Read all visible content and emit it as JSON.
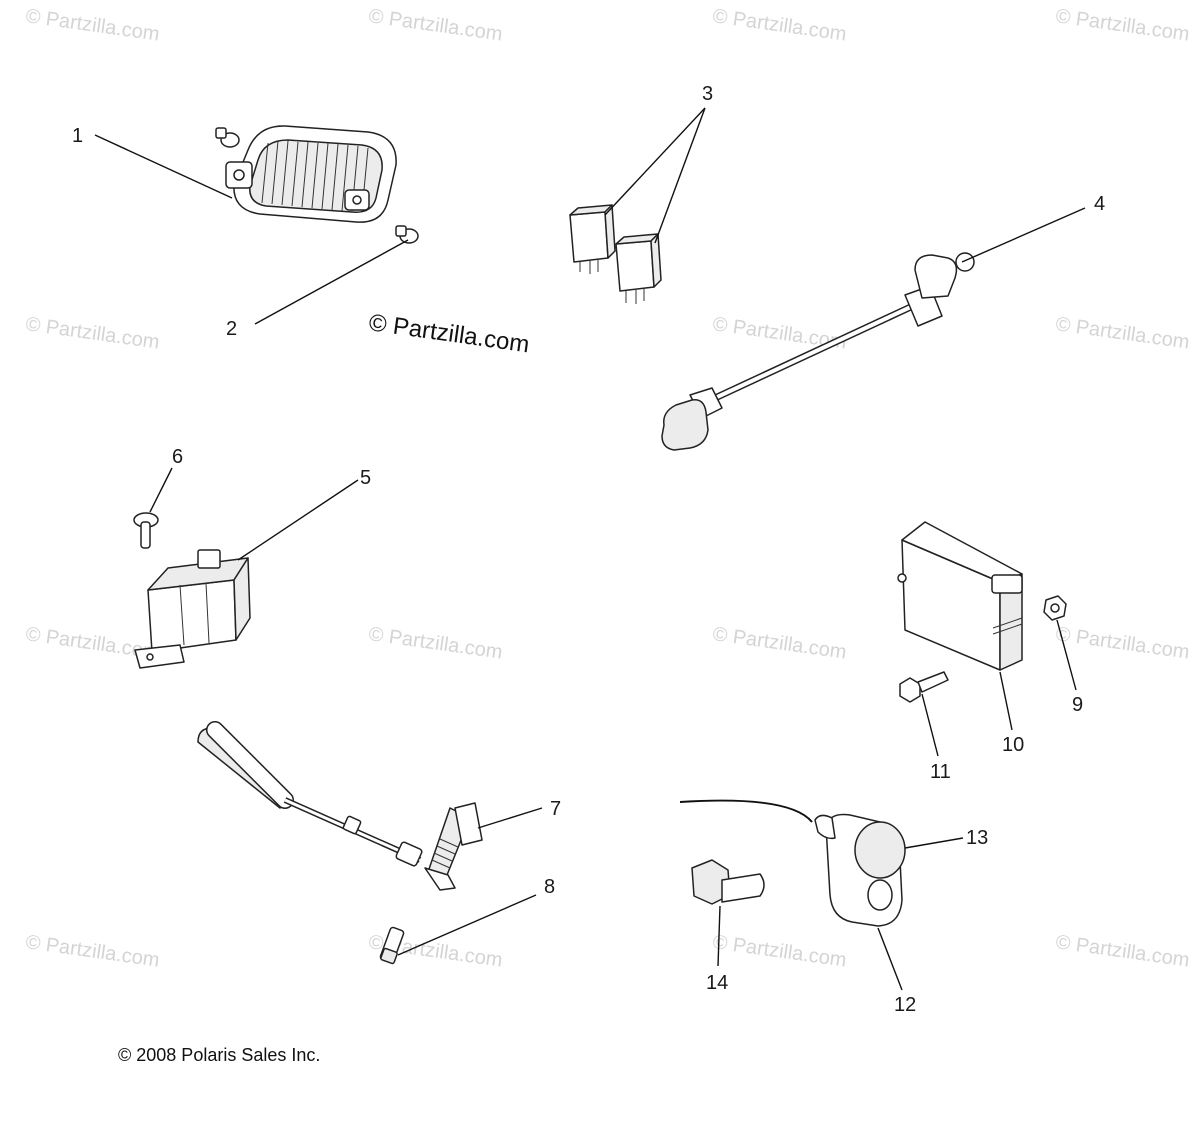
{
  "watermark": "© Partzilla.com",
  "watermark_main": "© Partzilla.com",
  "copyright": "© 2008 Polaris Sales Inc.",
  "callouts": {
    "c1": "1",
    "c2": "2",
    "c3": "3",
    "c4": "4",
    "c5": "5",
    "c6": "6",
    "c7": "7",
    "c8": "8",
    "c9": "9",
    "c10": "10",
    "c11": "11",
    "c12": "12",
    "c13": "13",
    "c14": "14"
  }
}
